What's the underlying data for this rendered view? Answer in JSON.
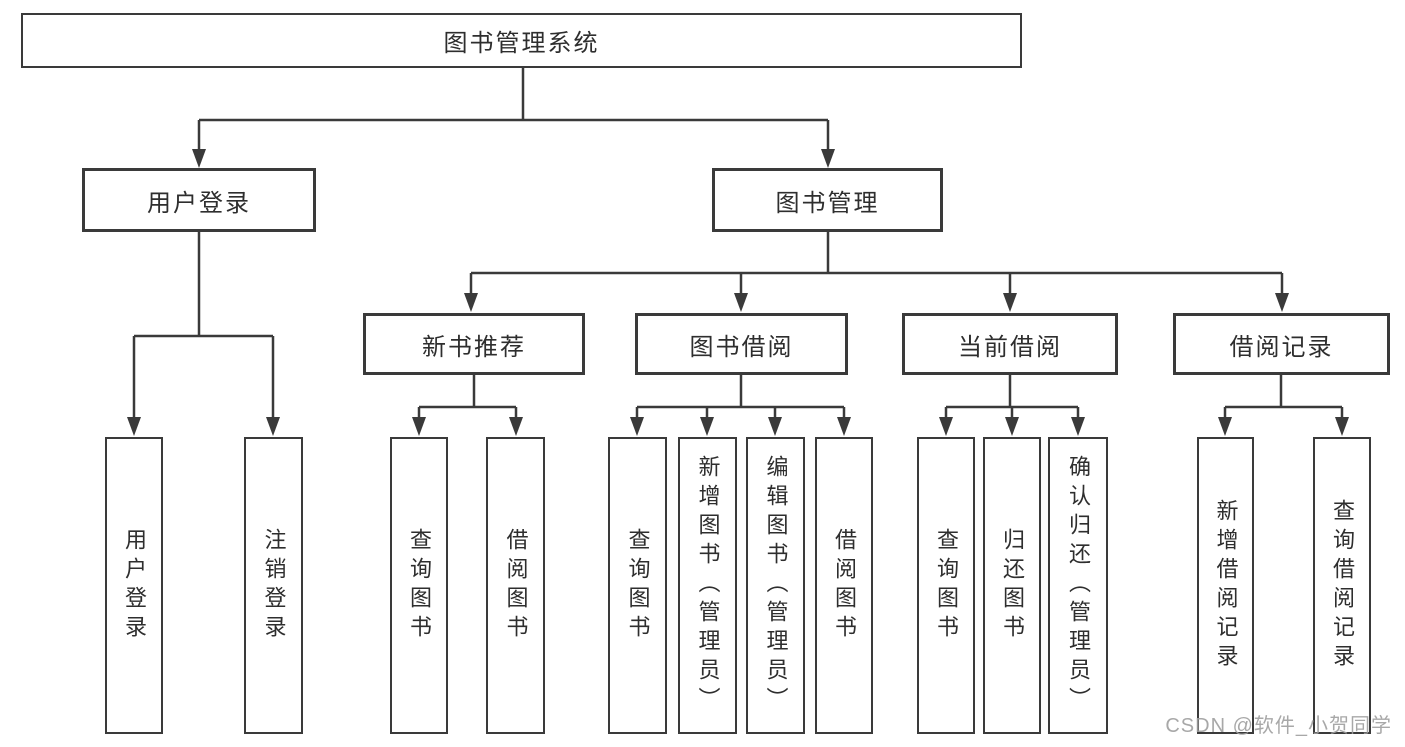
{
  "diagram": {
    "root": "图书管理系统",
    "level2": [
      "用户登录",
      "图书管理"
    ],
    "level3": [
      "新书推荐",
      "图书借阅",
      "当前借阅",
      "借阅记录"
    ],
    "leaves": {
      "user_login": [
        "用户登录",
        "注销登录"
      ],
      "new_book_recommend": [
        "查询图书",
        "借阅图书"
      ],
      "book_borrowing": [
        "查询图书",
        "新增图书（管理员）",
        "编辑图书（管理员）",
        "借阅图书"
      ],
      "current_borrowing": [
        "查询图书",
        "归还图书",
        "确认归还（管理员）"
      ],
      "borrowing_records": [
        "新增借阅记录",
        "查询借阅记录"
      ]
    },
    "colors": {
      "line": "#3a3a3a",
      "text": "#2e2e2e",
      "watermark": "#9e9e9e",
      "background": "#ffffff"
    }
  },
  "watermark": "CSDN @软件_小贺同学"
}
